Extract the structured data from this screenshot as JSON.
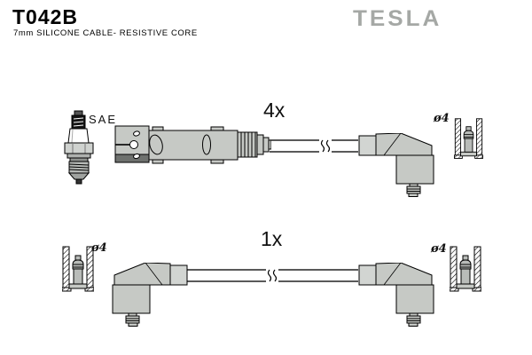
{
  "header": {
    "part_number": "T042B",
    "subtitle": "7mm SILICONE CABLE- RESISTIVE CORE",
    "brand": "TESLA"
  },
  "colors": {
    "background": "#ffffff",
    "outline": "#000000",
    "part_fill": "#c6c9c5",
    "part_fill_light": "#d2d5d2",
    "part_fill_dark": "#6e716e",
    "terminal_fill": "#b9bcb9",
    "logo_gray": "#a5a8a5"
  },
  "top_assembly": {
    "quantity": "4x",
    "spark_plug_standard": "SAE",
    "terminal_diameter": "ø4"
  },
  "bottom_assembly": {
    "quantity": "1x",
    "left_terminal_diameter": "ø4",
    "right_terminal_diameter": "ø4"
  }
}
